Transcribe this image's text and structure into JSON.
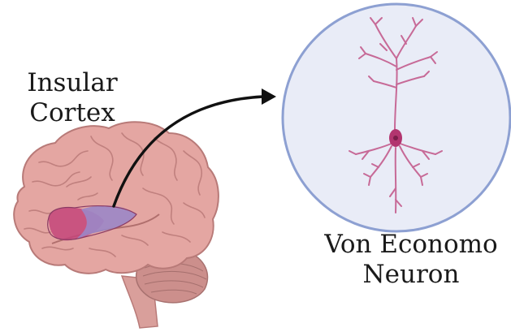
{
  "labels": {
    "brain_region": {
      "line1": "Insular",
      "line2": "Cortex"
    },
    "cell_type": {
      "line1": "Von Economo",
      "line2": "Neuron"
    }
  },
  "colors": {
    "brain_fill": "#e4a6a2",
    "brain_outline": "#b87a78",
    "brain_sulci": "#c0807e",
    "insula_front": "#c4457a",
    "insula_back": "#9b87c6",
    "cerebellum": "#cc8f8c",
    "arrow": "#111111",
    "circle_fill": "#e9ecf7",
    "circle_border": "#8da0d2",
    "neuron": "#c76a97",
    "neuron_soma": "#b2356f"
  },
  "icons": {
    "brain": "brain-icon",
    "arrow": "arrow-icon",
    "neuron": "neuron-icon"
  }
}
